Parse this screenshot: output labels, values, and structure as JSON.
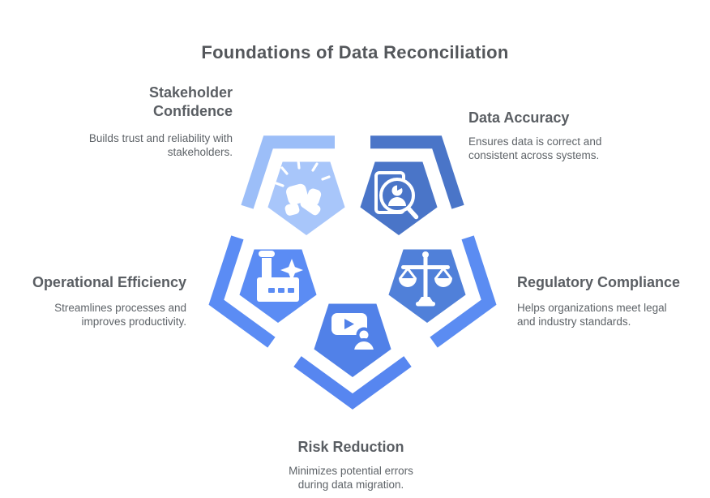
{
  "title": "Foundations of Data Reconciliation",
  "items": [
    {
      "id": "stakeholder-confidence",
      "label": "Stakeholder Confidence",
      "description": "Builds trust and reliability with stakeholders.",
      "icon": "fist-with-sparks-icon",
      "pentagon_color": "#A8C6FA",
      "chevron_color": "#9CBEF8"
    },
    {
      "id": "data-accuracy",
      "label": "Data Accuracy",
      "description": "Ensures data is correct and consistent across systems.",
      "icon": "profile-search-icon",
      "pentagon_color": "#4A75C8",
      "chevron_color": "#4A75C8"
    },
    {
      "id": "operational-efficiency",
      "label": "Operational Efficiency",
      "description": "Streamlines processes and improves productivity.",
      "icon": "factory-icon",
      "pentagon_color": "#5B8CF4",
      "chevron_color": "#5B8CF4"
    },
    {
      "id": "regulatory-compliance",
      "label": "Regulatory Compliance",
      "description": "Helps organizations meet legal and industry standards.",
      "icon": "justice-scales-icon",
      "pentagon_color": "#5080D9",
      "chevron_color": "#5B8CF2"
    },
    {
      "id": "risk-reduction",
      "label": "Risk Reduction",
      "description": "Minimizes potential errors during data migration.",
      "icon": "video-presenter-icon",
      "pentagon_color": "#5181E8",
      "chevron_color": "#5786F0"
    }
  ],
  "text_colors": {
    "title": "#54575B",
    "heading": "#5A5E63",
    "body": "#5E6368"
  }
}
